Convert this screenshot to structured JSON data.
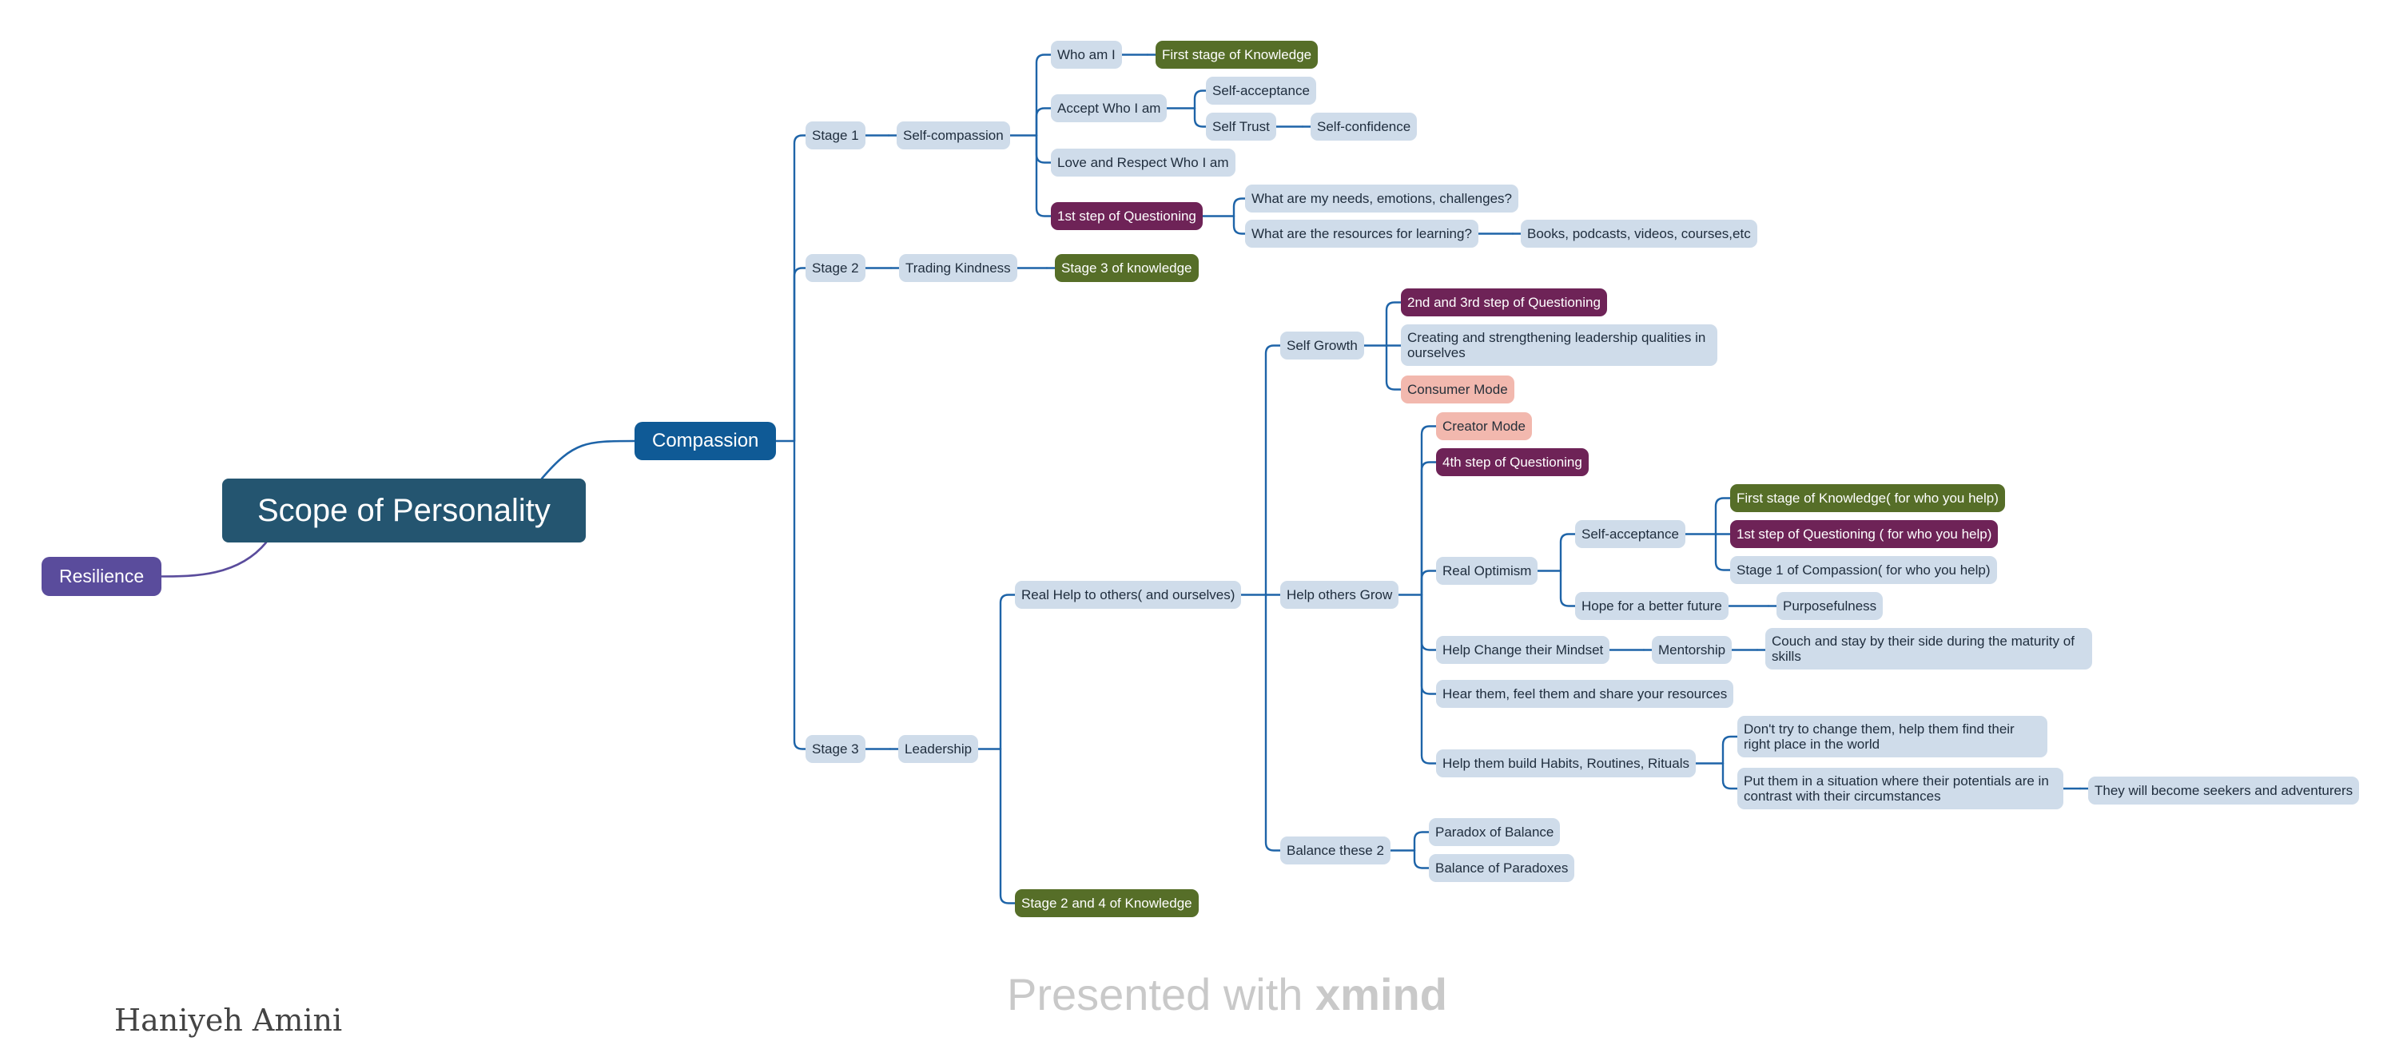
{
  "map": {
    "root": "Scope of Personality",
    "floating": "Resilience",
    "main": "Compassion",
    "stage1": {
      "label": "Stage 1",
      "self_compassion": "Self-compassion",
      "who_am_i": "Who am I",
      "first_stage_knowledge": "First stage of Knowledge",
      "accept_who_i_am": "Accept Who I am",
      "self_acceptance": "Self-acceptance",
      "self_trust": "Self Trust",
      "self_confidence": "Self-confidence",
      "love_respect": "Love and Respect Who I am",
      "first_step_questioning": "1st step of Questioning",
      "needs_question": "What are my needs, emotions, challenges?",
      "resources_question": "What are the resources for learning?",
      "resources_answer": "Books, podcasts, videos, courses,etc"
    },
    "stage2": {
      "label": "Stage 2",
      "trading_kindness": "Trading Kindness",
      "stage3_knowledge": "Stage 3 of knowledge"
    },
    "stage3": {
      "label": "Stage 3",
      "leadership": "Leadership",
      "real_help": "Real Help to others( and ourselves)",
      "stage2_4_knowledge": "Stage 2 and 4 of Knowledge",
      "self_growth": "Self Growth",
      "q_2_3": "2nd and 3rd step of Questioning",
      "leadership_qualities": "Creating and strengthening leadership qualities in ourselves",
      "consumer_mode": "Consumer Mode",
      "help_others_grow": "Help others Grow",
      "creator_mode": "Creator Mode",
      "q_4": "4th step of Questioning",
      "real_optimism": "Real Optimism",
      "self_acceptance": "Self-acceptance",
      "first_stage_knowledge_help": "First stage of Knowledge( for who you help)",
      "first_step_questioning_help": "1st step of Questioning ( for who you help)",
      "stage1_compassion_help": "Stage 1 of Compassion( for who you help)",
      "hope": "Hope for a better future",
      "purposefulness": "Purposefulness",
      "change_mindset": "Help Change their Mindset",
      "mentorship": "Mentorship",
      "couch": "Couch and stay by their side during the maturity of skills",
      "hear_them": "Hear them, feel them and share your resources",
      "habits": "Help them build Habits, Routines, Rituals",
      "dont_change": "Don't try to change them, help them find their right place in the world",
      "put_them": "Put them in a situation where their potentials are in contrast with their circumstances",
      "seekers": "They will become seekers and adventurers",
      "balance": "Balance these 2",
      "paradox_balance": "Paradox of Balance",
      "balance_paradoxes": "Balance of Paradoxes"
    }
  },
  "footer": {
    "presented_with": "Presented with",
    "brand": "xmind"
  },
  "author": "Haniyeh Amini",
  "colors": {
    "line": "#1e64a8",
    "float_line": "#5a4c9c",
    "subtopic": "#cfdcea",
    "green": "#566e28",
    "purple": "#6e2357",
    "pink": "#f2b8ae",
    "main": "#0f5a96",
    "root": "#245570"
  }
}
